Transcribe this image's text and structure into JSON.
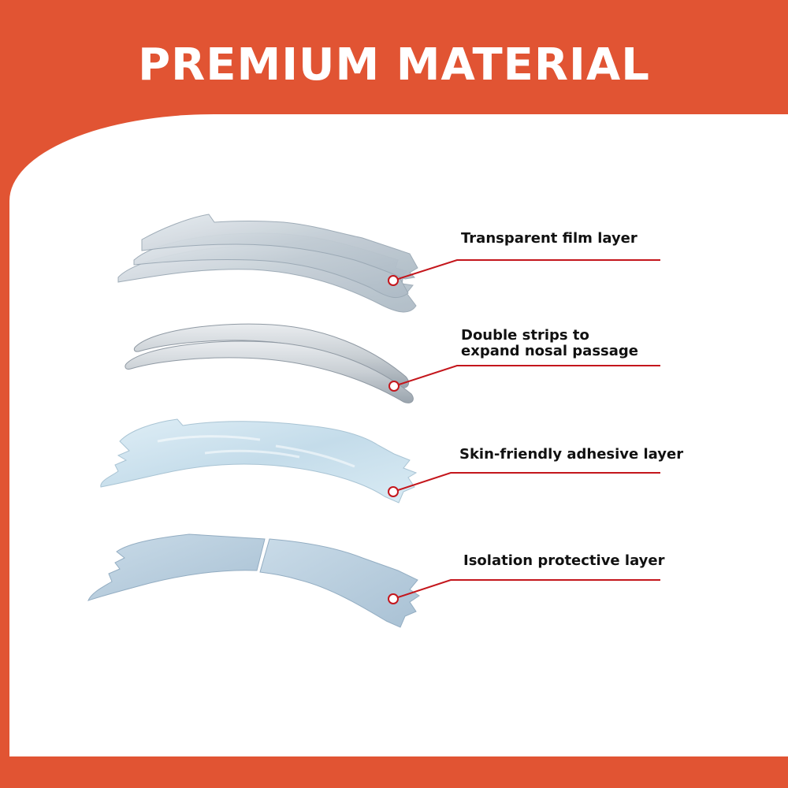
{
  "title": "PREMIUM MATERIAL",
  "colors": {
    "background": "#e15433",
    "panel": "#ffffff",
    "leader_line": "#c4161c",
    "film": "#c9d3db",
    "strip": "#cfd4d8",
    "adhesive": "#cfe3ef",
    "isolation": "#b9cfe0"
  },
  "layers": [
    {
      "name": "transparent-film",
      "label_lines": [
        "Transparent film layer"
      ]
    },
    {
      "name": "double-strips",
      "label_lines": [
        "Double strips to",
        "expand nosal passage"
      ]
    },
    {
      "name": "adhesive",
      "label_lines": [
        "Skin-friendly adhesive layer"
      ]
    },
    {
      "name": "isolation",
      "label_lines": [
        "Isolation protective layer"
      ]
    }
  ]
}
